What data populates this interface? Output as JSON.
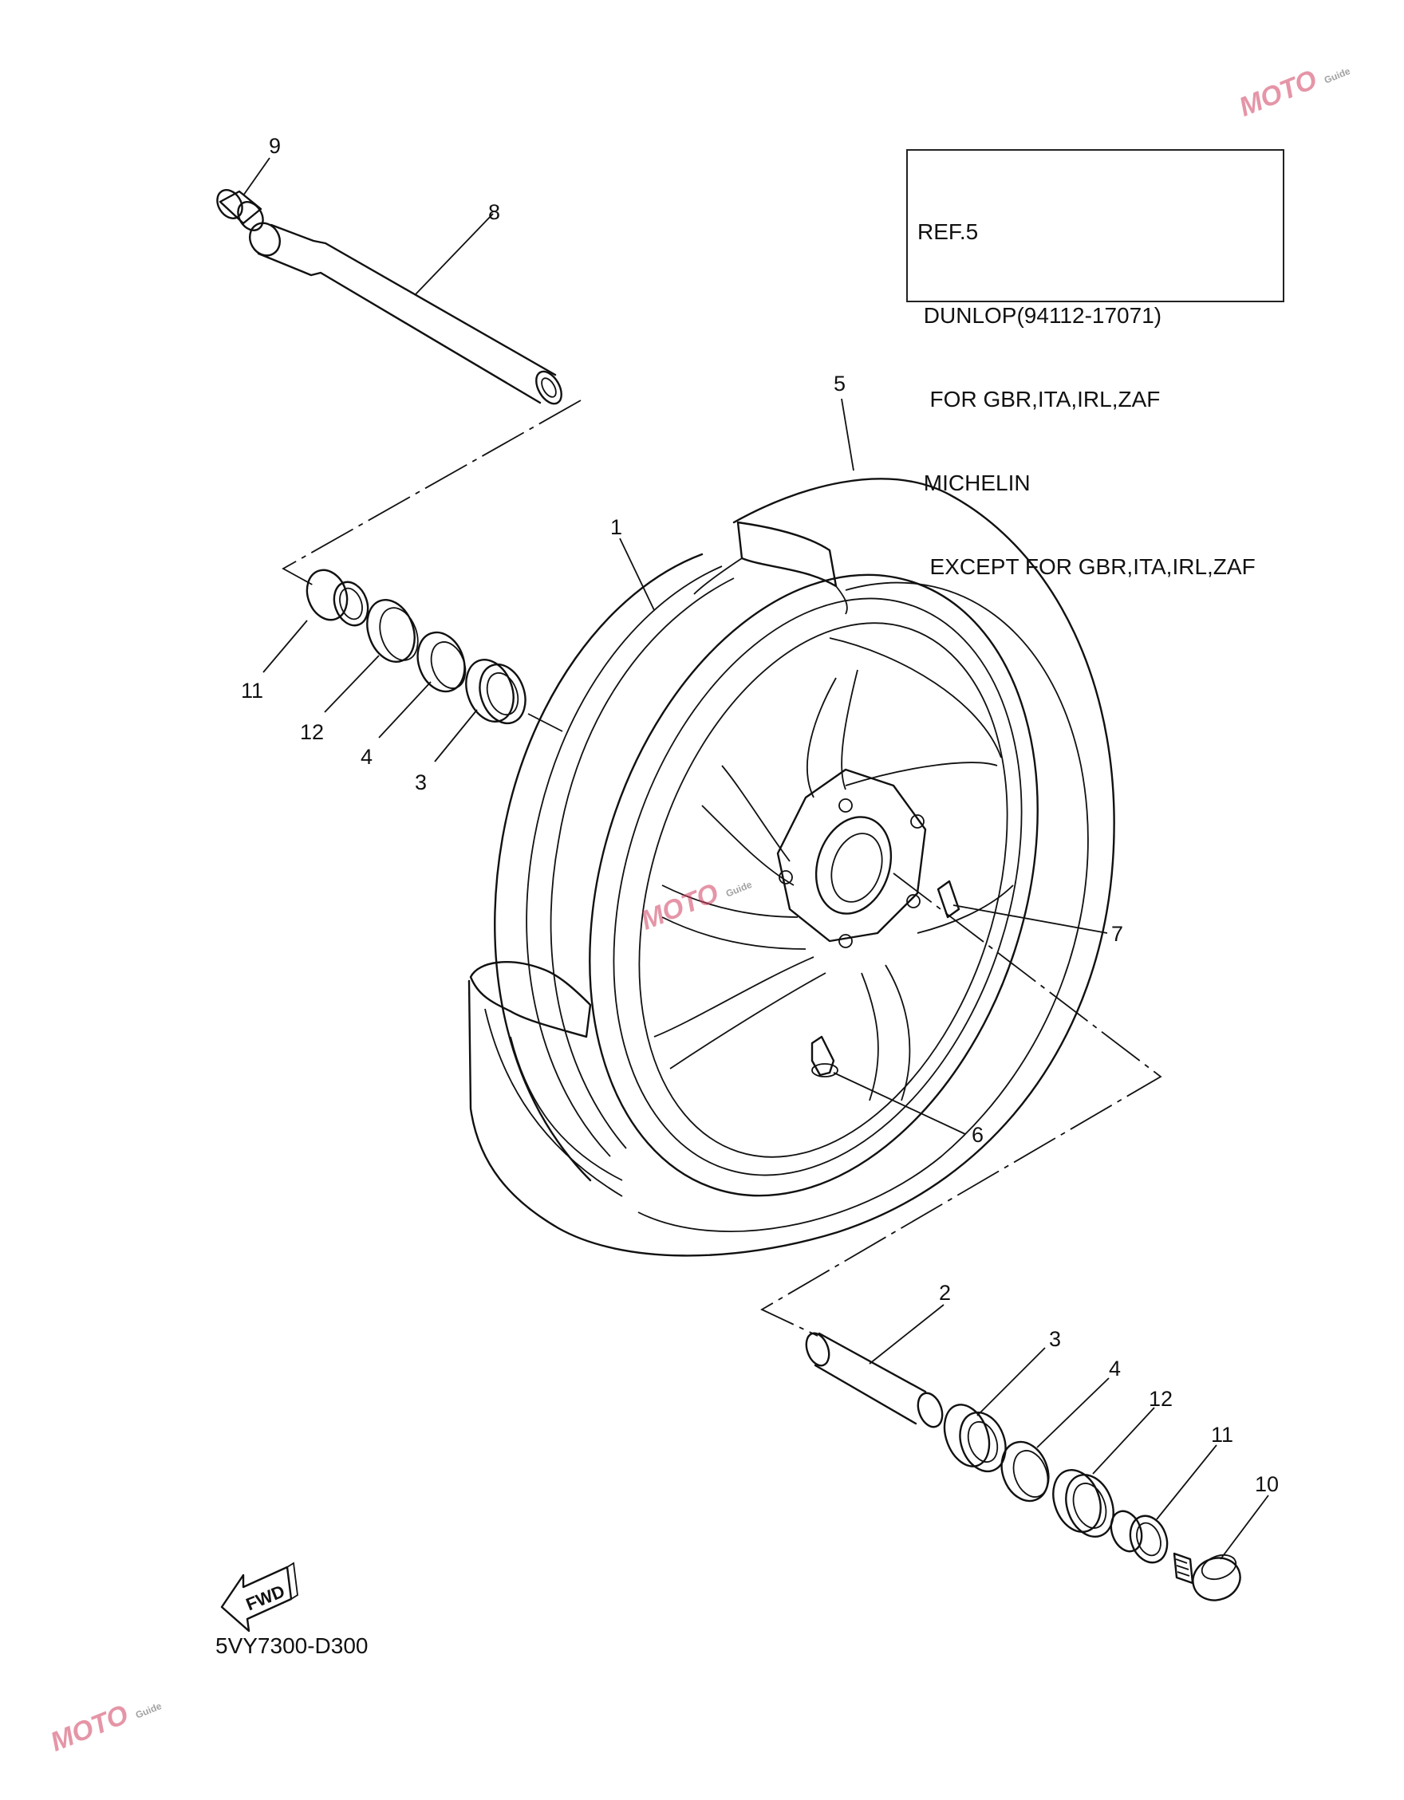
{
  "ref_note": {
    "lines": [
      "REF.5",
      " DUNLOP(94112-17071)",
      "  FOR GBR,ITA,IRL,ZAF",
      " MICHELIN",
      "  EXCEPT FOR GBR,ITA,IRL,ZAF"
    ]
  },
  "diagram_code": "5VY7300-D300",
  "fwd_label": "FWD",
  "watermark": {
    "text": "MOTO",
    "sub": "Guide"
  },
  "callouts": {
    "c1": "1",
    "c2": "2",
    "c3a": "3",
    "c3b": "3",
    "c4a": "4",
    "c4b": "4",
    "c5": "5",
    "c6": "6",
    "c7": "7",
    "c8": "8",
    "c9": "9",
    "c10": "10",
    "c11a": "11",
    "c11b": "11",
    "c12a": "12",
    "c12b": "12"
  }
}
